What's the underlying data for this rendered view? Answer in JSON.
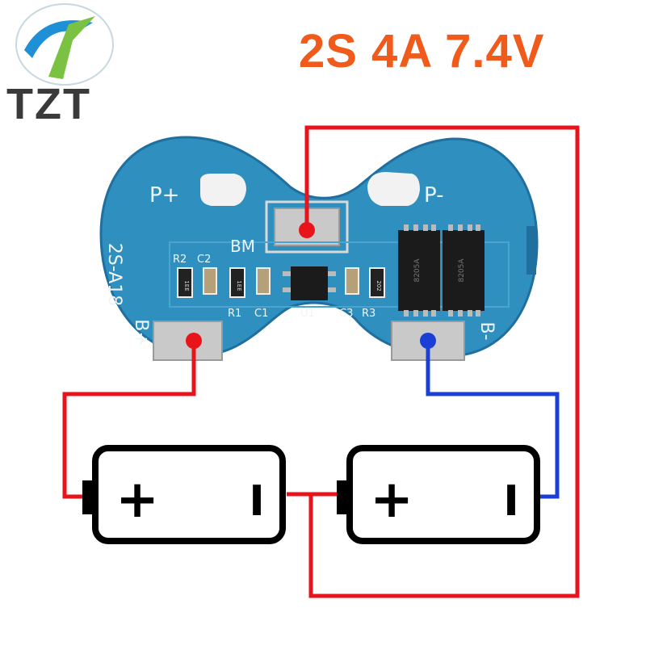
{
  "header": {
    "spec_title": "2S 4A 7.4V",
    "brand_name": "TZT"
  },
  "board": {
    "model_label": "2S-A18",
    "pads": {
      "p_plus": "P+",
      "p_minus": "P-",
      "b_plus": "B+",
      "b_minus": "B-",
      "bm": "BM"
    },
    "silkscreen": {
      "r2": "R2",
      "c2": "C2",
      "r1": "R1",
      "c1": "C1",
      "u1": "U1",
      "c3": "C3",
      "r3": "R3"
    },
    "chip_markings": {
      "r2_resistor": "1EE",
      "r1_resistor": "1EE",
      "r3_resistor": "202",
      "mosfet_1": "8205A",
      "mosfet_2": "8205A"
    }
  },
  "batteries": {
    "cell_1": {
      "plus": "+",
      "minus": "I"
    },
    "cell_2": {
      "plus": "+",
      "minus": "I"
    }
  },
  "colors": {
    "spec_title": "#f05a1a",
    "brand_text": "#3a3a3a",
    "pcb": "#2f8fbf",
    "pcb_dark": "#1f6f9f",
    "wire_red": "#e8141b",
    "wire_blue": "#1a3fd6",
    "pad_metal": "#c9c9c9",
    "battery_outline": "#000000"
  }
}
